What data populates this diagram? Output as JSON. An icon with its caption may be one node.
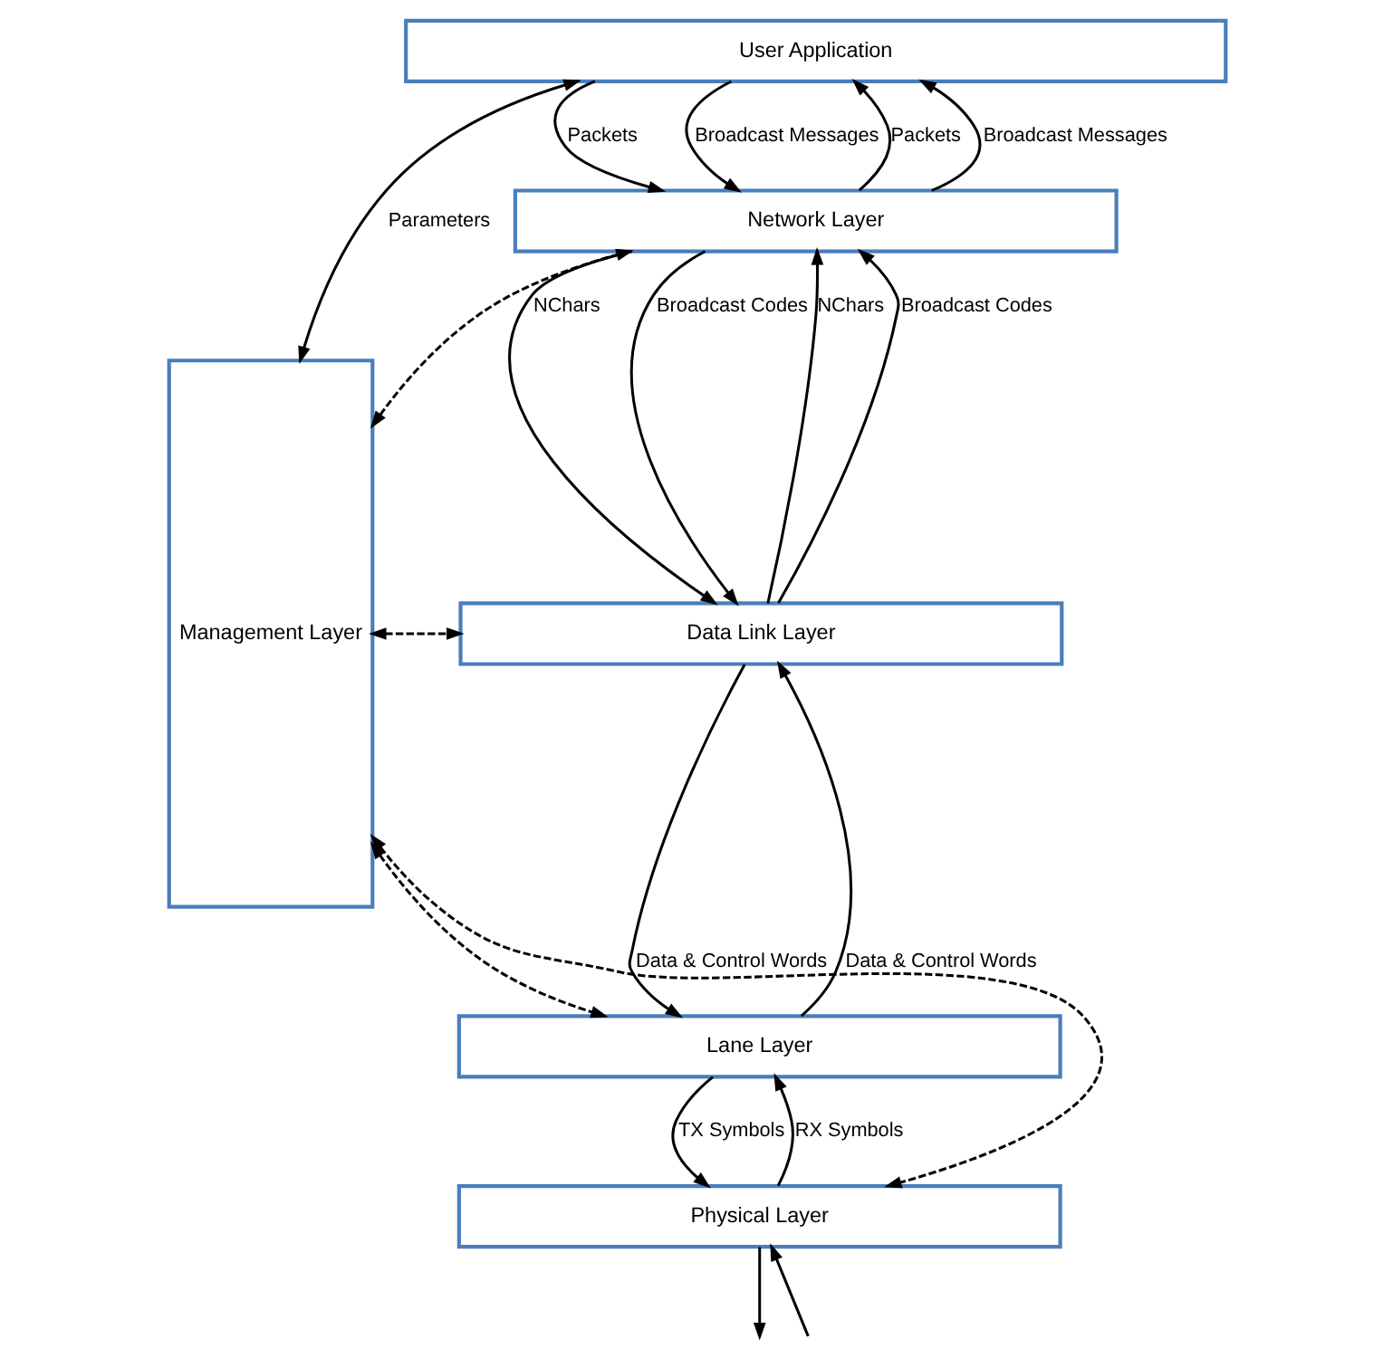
{
  "diagram": {
    "nodes": [
      {
        "text": [
          "User Application"
        ]
      },
      {
        "text": [
          "Management Layer"
        ]
      },
      {
        "text": [
          "Network Layer"
        ]
      },
      {
        "text": [
          "Data Link Layer"
        ]
      },
      {
        "text": [
          "Lane Layer"
        ]
      },
      {
        "text": [
          "Physical Layer"
        ]
      }
    ],
    "edges": [
      {
        "from": 0,
        "to": 1,
        "arrow": "both",
        "label": "Parameters"
      },
      {
        "from": 0,
        "to": 2,
        "arrow": "to",
        "label": "Packets"
      },
      {
        "from": 0,
        "to": 2,
        "arrow": "to",
        "label": "Broadcast Messages"
      },
      {
        "from": 2,
        "to": 0,
        "arrow": "to",
        "label": "Packets"
      },
      {
        "from": 2,
        "to": 0,
        "arrow": "to",
        "label": "Broadcast Messages"
      },
      {
        "from": 1,
        "to": 2,
        "arrow": "both",
        "style": "dashed"
      },
      {
        "from": 2,
        "to": 3,
        "arrow": "to",
        "label": "NChars"
      },
      {
        "from": 2,
        "to": 3,
        "arrow": "to",
        "label": "Broadcast Codes"
      },
      {
        "from": 3,
        "to": 2,
        "arrow": "to",
        "label": "NChars"
      },
      {
        "from": 3,
        "to": 2,
        "arrow": "to",
        "label": "Broadcast Codes"
      },
      {
        "from": 1,
        "to": 3,
        "arrow": "both",
        "style": "dashed"
      },
      {
        "from": 3,
        "to": 4,
        "arrow": "to",
        "label": "Data & Control Words"
      },
      {
        "from": 4,
        "to": 3,
        "arrow": "to",
        "label": "Data & Control Words"
      },
      {
        "from": 1,
        "to": 4,
        "arrow": "both",
        "style": "dashed"
      },
      {
        "from": 4,
        "to": 5,
        "arrow": "to",
        "label": "TX Symbols"
      },
      {
        "from": 5,
        "to": 4,
        "arrow": "to",
        "label": "RX Symbols"
      },
      {
        "from": 1,
        "to": 5,
        "arrow": "both",
        "style": "dashed"
      },
      {
        "from": null,
        "to": 5,
        "arrow": "to"
      },
      {
        "from": 5,
        "to": null,
        "arrow": "to"
      }
    ]
  }
}
